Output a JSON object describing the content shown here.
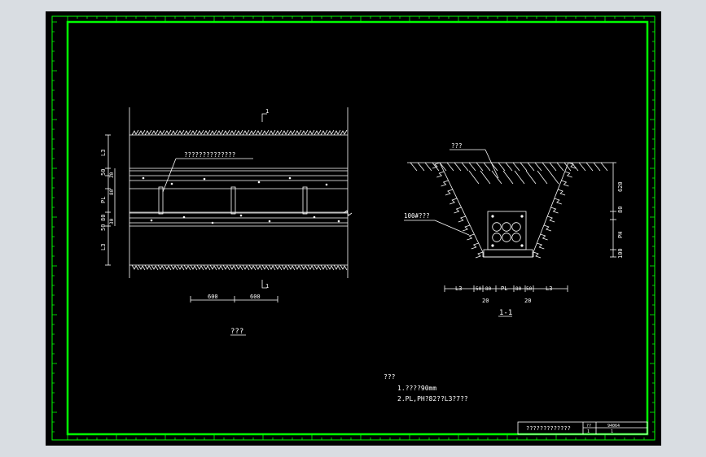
{
  "colors": {
    "background": "#000000",
    "frame": "#00ff00",
    "lines": "#ffffff",
    "window": "#d9dde2"
  },
  "plan": {
    "section_mark_top": "1",
    "section_mark_bottom": "1",
    "label_pipe": "??????????????",
    "left_dims": [
      "L3",
      "50",
      "PL",
      "80",
      "50",
      "L3"
    ],
    "inner_dims": [
      "30",
      "80",
      "30"
    ],
    "bottom_dims": [
      "600",
      "600"
    ],
    "caption": "???"
  },
  "section": {
    "label_backfill": "???",
    "label_base": "100#???",
    "right_dims": [
      "620",
      "80",
      "PH",
      "100"
    ],
    "bottom_dims": [
      "L3",
      "50",
      "80",
      "PL",
      "80",
      "50",
      "L3"
    ],
    "bottom_sub_dims": [
      "20",
      "20"
    ],
    "caption": "1-1"
  },
  "notes": {
    "heading": "???",
    "line1": "1.????90mm",
    "line2": "2.PL,PH?82??L3?7??"
  },
  "title_block": {
    "name": "?????????????",
    "col1": "??",
    "col2": "94064",
    "row2_col1": "1",
    "row2_col2": "1"
  }
}
